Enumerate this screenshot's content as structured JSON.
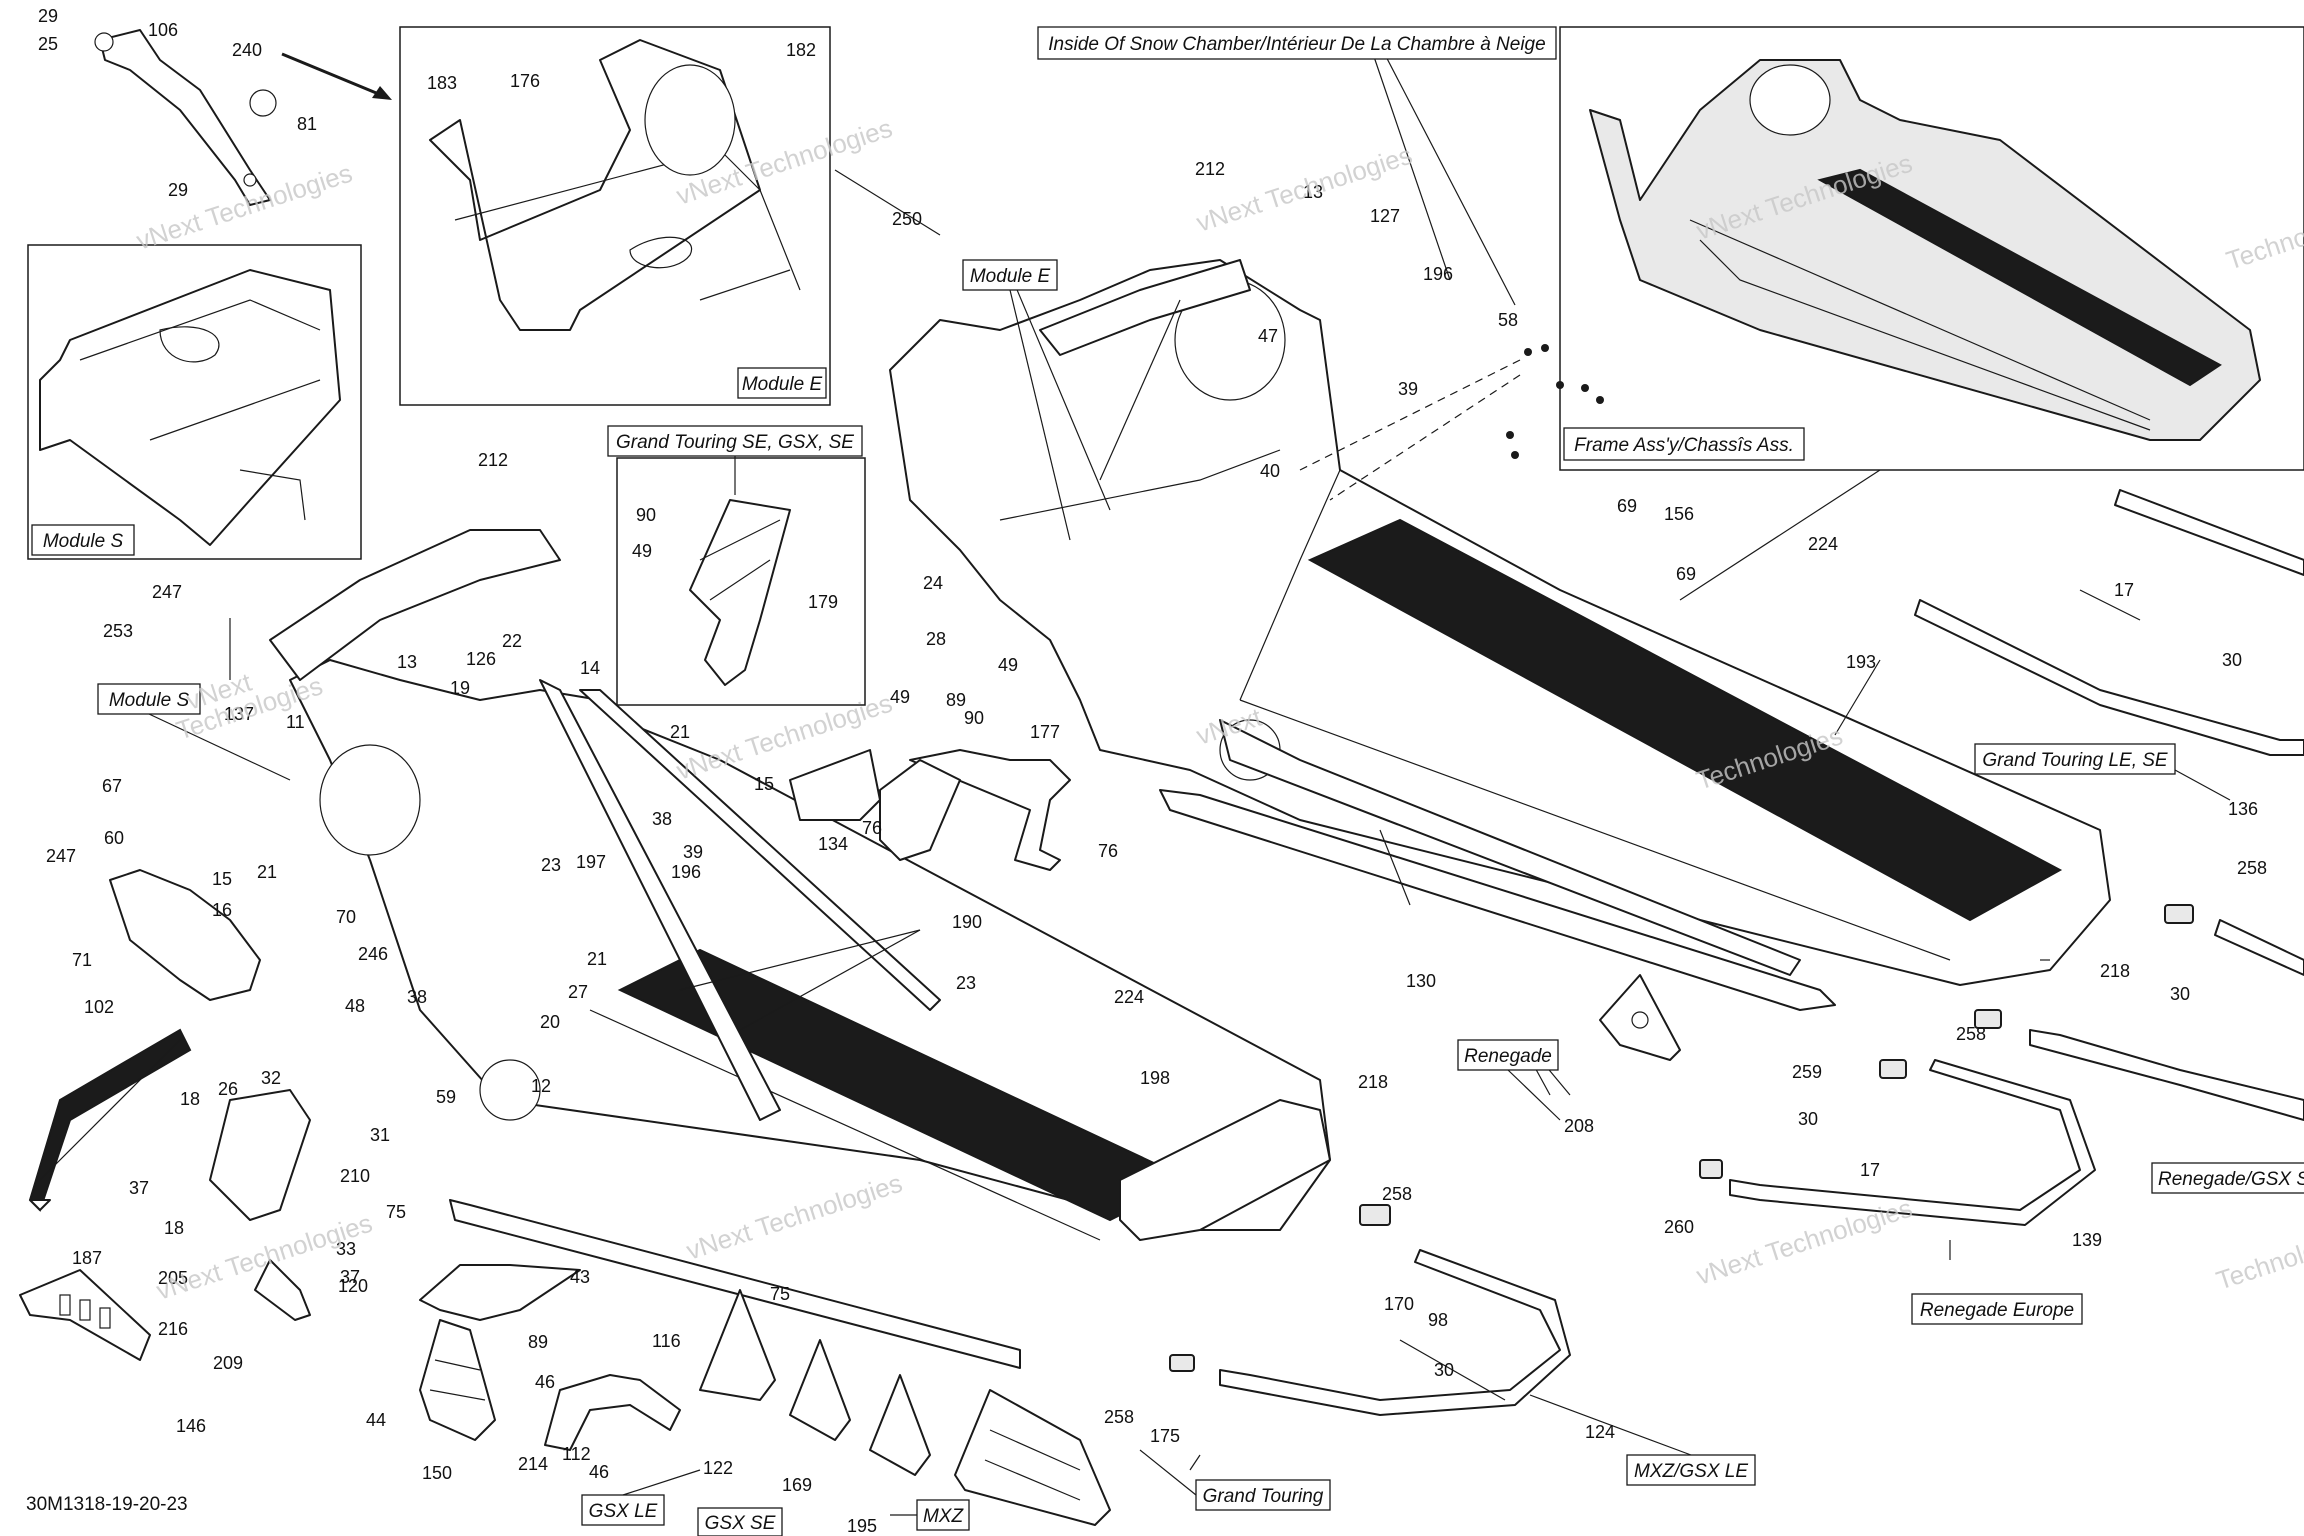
{
  "diagram_code": "30M1318-19-20-23",
  "watermark_text": [
    "vNext Technologies",
    "vNext",
    "Technologies"
  ],
  "labels": {
    "module_e": "Module E",
    "module_s": "Module S",
    "inside_snow_chamber": "Inside Of Snow Chamber/Intérieur De La Chambre à Neige",
    "frame_assy": "Frame Ass'y/Chassîs Ass.",
    "grand_touring_se_gsx_se": "Grand Touring SE, GSX, SE",
    "grand_touring_le_se": "Grand Touring LE, SE",
    "renegade": "Renegade",
    "renegade_gsx": "Renegade/GSX S",
    "renegade_europe": "Renegade Europe",
    "mxz_gsx_le": "MXZ/GSX LE",
    "grand_touring": "Grand Touring",
    "gsx_le": "GSX LE",
    "gsx_se": "GSX SE",
    "mxz": "MXZ"
  },
  "callouts": [
    {
      "id": "c1",
      "text": "29"
    },
    {
      "id": "c2",
      "text": "25"
    },
    {
      "id": "c3",
      "text": "106"
    },
    {
      "id": "c4",
      "text": "240"
    },
    {
      "id": "c5",
      "text": "81"
    },
    {
      "id": "c6",
      "text": "29"
    },
    {
      "id": "c7",
      "text": "183"
    },
    {
      "id": "c8",
      "text": "176"
    },
    {
      "id": "c9",
      "text": "182"
    },
    {
      "id": "c10",
      "text": "250"
    },
    {
      "id": "c11",
      "text": "253"
    },
    {
      "id": "c12",
      "text": "247"
    },
    {
      "id": "c13",
      "text": "212"
    },
    {
      "id": "c14",
      "text": "212"
    },
    {
      "id": "c15",
      "text": "13"
    },
    {
      "id": "c16",
      "text": "127"
    },
    {
      "id": "c17",
      "text": "196"
    },
    {
      "id": "c18",
      "text": "58"
    },
    {
      "id": "c19",
      "text": "47"
    },
    {
      "id": "c20",
      "text": "39"
    },
    {
      "id": "c21",
      "text": "40"
    },
    {
      "id": "c22",
      "text": "90"
    },
    {
      "id": "c23",
      "text": "49"
    },
    {
      "id": "c24",
      "text": "179"
    },
    {
      "id": "c25",
      "text": "24"
    },
    {
      "id": "c26",
      "text": "28"
    },
    {
      "id": "c27",
      "text": "49"
    },
    {
      "id": "c28",
      "text": "69"
    },
    {
      "id": "c29",
      "text": "156"
    },
    {
      "id": "c30",
      "text": "69"
    },
    {
      "id": "c31",
      "text": "224"
    },
    {
      "id": "c32",
      "text": "17"
    },
    {
      "id": "c33",
      "text": "30"
    },
    {
      "id": "c34",
      "text": "193"
    },
    {
      "id": "c35",
      "text": "136"
    },
    {
      "id": "c36",
      "text": "13"
    },
    {
      "id": "c37",
      "text": "126"
    },
    {
      "id": "c38",
      "text": "22"
    },
    {
      "id": "c39",
      "text": "19"
    },
    {
      "id": "c40",
      "text": "14"
    },
    {
      "id": "c41",
      "text": "137"
    },
    {
      "id": "c42",
      "text": "11"
    },
    {
      "id": "c43",
      "text": "21"
    },
    {
      "id": "c44",
      "text": "49"
    },
    {
      "id": "c45",
      "text": "89"
    },
    {
      "id": "c46",
      "text": "90"
    },
    {
      "id": "c47",
      "text": "177"
    },
    {
      "id": "c48",
      "text": "15"
    },
    {
      "id": "c49",
      "text": "134"
    },
    {
      "id": "c50",
      "text": "76"
    },
    {
      "id": "c51",
      "text": "76"
    },
    {
      "id": "c52",
      "text": "67"
    },
    {
      "id": "c53",
      "text": "60"
    },
    {
      "id": "c54",
      "text": "247"
    },
    {
      "id": "c55",
      "text": "15"
    },
    {
      "id": "c56",
      "text": "21"
    },
    {
      "id": "c57",
      "text": "16"
    },
    {
      "id": "c58",
      "text": "71"
    },
    {
      "id": "c59",
      "text": "102"
    },
    {
      "id": "c60",
      "text": "70"
    },
    {
      "id": "c61",
      "text": "246"
    },
    {
      "id": "c62",
      "text": "23"
    },
    {
      "id": "c63",
      "text": "197"
    },
    {
      "id": "c64",
      "text": "38"
    },
    {
      "id": "c65",
      "text": "39"
    },
    {
      "id": "c66",
      "text": "196"
    },
    {
      "id": "c67",
      "text": "21"
    },
    {
      "id": "c68",
      "text": "190"
    },
    {
      "id": "c69",
      "text": "130"
    },
    {
      "id": "c70",
      "text": "218"
    },
    {
      "id": "c71",
      "text": "258"
    },
    {
      "id": "c72",
      "text": "48"
    },
    {
      "id": "c73",
      "text": "38"
    },
    {
      "id": "c74",
      "text": "27"
    },
    {
      "id": "c75",
      "text": "20"
    },
    {
      "id": "c76",
      "text": "12"
    },
    {
      "id": "c77",
      "text": "23"
    },
    {
      "id": "c78",
      "text": "224"
    },
    {
      "id": "c79",
      "text": "30"
    },
    {
      "id": "c80",
      "text": "258"
    },
    {
      "id": "c81",
      "text": "259"
    },
    {
      "id": "c82",
      "text": "32"
    },
    {
      "id": "c83",
      "text": "59"
    },
    {
      "id": "c84",
      "text": "18"
    },
    {
      "id": "c85",
      "text": "26"
    },
    {
      "id": "c86",
      "text": "37"
    },
    {
      "id": "c87",
      "text": "18"
    },
    {
      "id": "c88",
      "text": "31"
    },
    {
      "id": "c89",
      "text": "210"
    },
    {
      "id": "c90",
      "text": "75"
    },
    {
      "id": "c91",
      "text": "198"
    },
    {
      "id": "c92",
      "text": "218"
    },
    {
      "id": "c93",
      "text": "208"
    },
    {
      "id": "c94",
      "text": "30"
    },
    {
      "id": "c95",
      "text": "17"
    },
    {
      "id": "c96",
      "text": "187"
    },
    {
      "id": "c97",
      "text": "205"
    },
    {
      "id": "c98",
      "text": "33"
    },
    {
      "id": "c99",
      "text": "37"
    },
    {
      "id": "c100",
      "text": "216"
    },
    {
      "id": "c101",
      "text": "209"
    },
    {
      "id": "c102",
      "text": "43"
    },
    {
      "id": "c103",
      "text": "75"
    },
    {
      "id": "c104",
      "text": "258"
    },
    {
      "id": "c105",
      "text": "260"
    },
    {
      "id": "c106",
      "text": "139"
    },
    {
      "id": "c107",
      "text": "120"
    },
    {
      "id": "c108",
      "text": "116"
    },
    {
      "id": "c109",
      "text": "89"
    },
    {
      "id": "c110",
      "text": "46"
    },
    {
      "id": "c111",
      "text": "98"
    },
    {
      "id": "c112",
      "text": "170"
    },
    {
      "id": "c113",
      "text": "30"
    },
    {
      "id": "c114",
      "text": "146"
    },
    {
      "id": "c115",
      "text": "44"
    },
    {
      "id": "c116",
      "text": "150"
    },
    {
      "id": "c117",
      "text": "214"
    },
    {
      "id": "c118",
      "text": "112"
    },
    {
      "id": "c119",
      "text": "46"
    },
    {
      "id": "c120",
      "text": "122"
    },
    {
      "id": "c121",
      "text": "169"
    },
    {
      "id": "c122",
      "text": "195"
    },
    {
      "id": "c123",
      "text": "258"
    },
    {
      "id": "c124",
      "text": "175"
    },
    {
      "id": "c125",
      "text": "124"
    }
  ]
}
